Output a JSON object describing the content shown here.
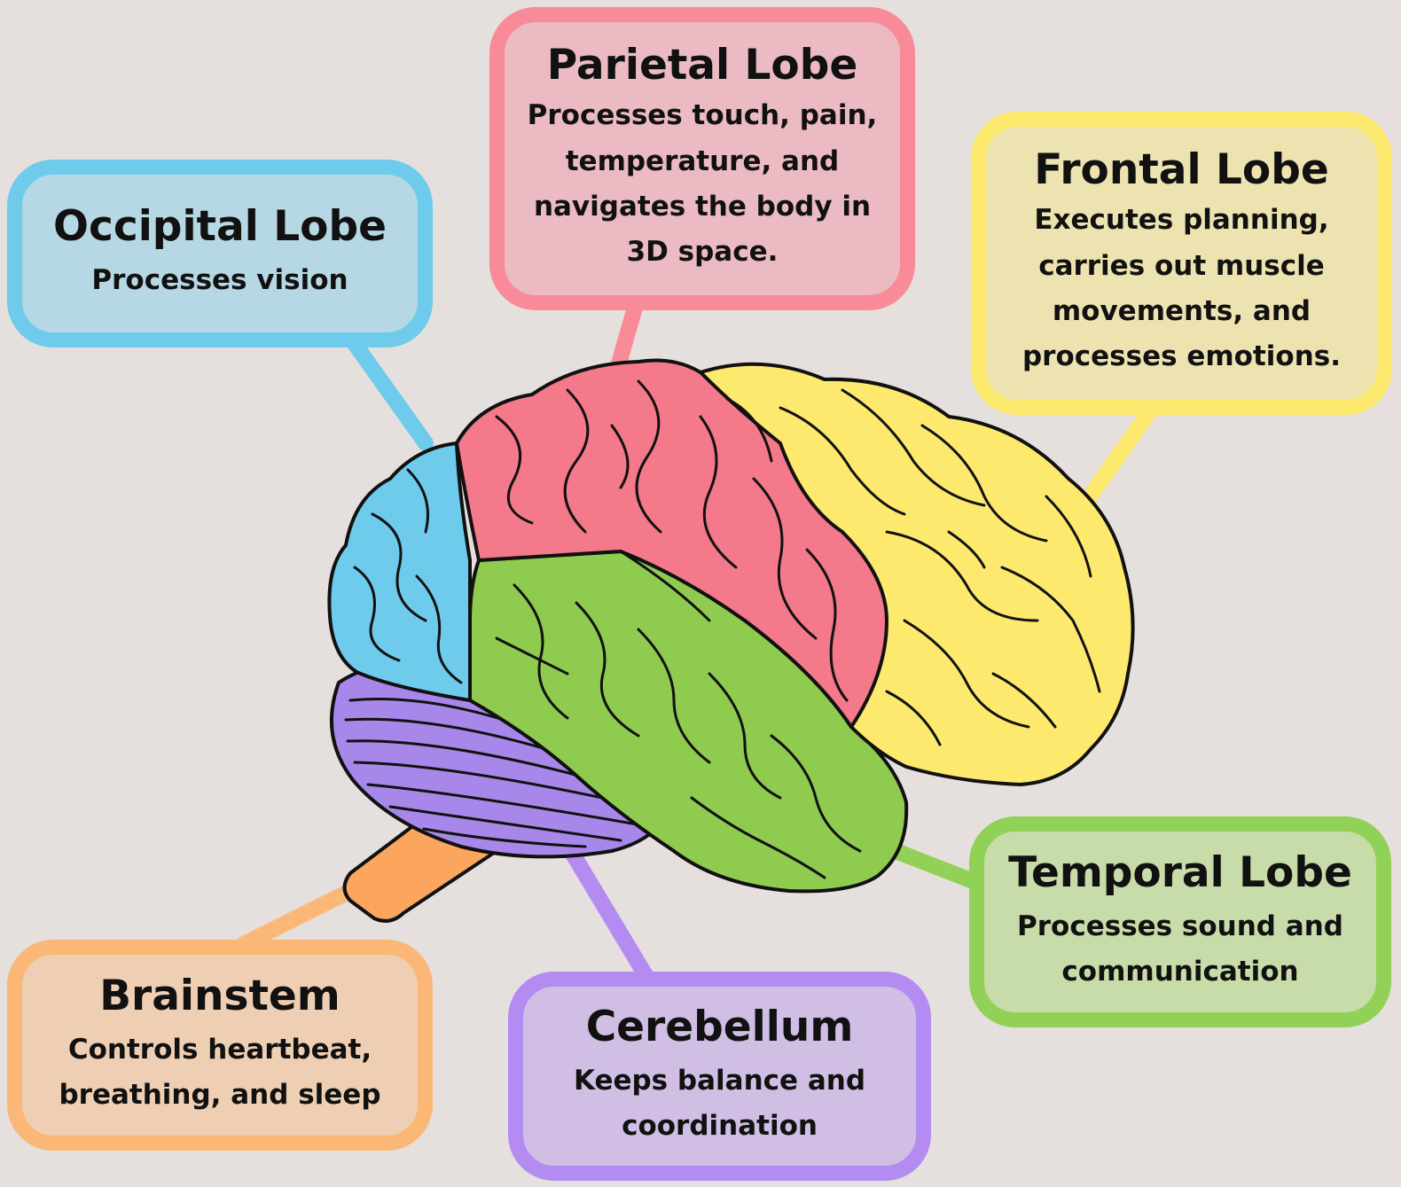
{
  "colors": {
    "background": "#e5e0dd",
    "occipital": "#6ecbec",
    "parietal": "#f4798a",
    "frontal": "#fde96e",
    "temporal": "#8fcb4f",
    "cerebellum": "#a788ea",
    "brainstem": "#fba55f",
    "outline": "#111111"
  },
  "labels": {
    "occipital": {
      "title": "Occipital Lobe",
      "desc": [
        "Processes vision"
      ]
    },
    "parietal": {
      "title": "Parietal Lobe",
      "desc": [
        "Processes touch, pain,",
        "temperature, and",
        "navigates the body in",
        "3D space."
      ]
    },
    "frontal": {
      "title": "Frontal Lobe",
      "desc": [
        "Executes planning,",
        "carries out muscle",
        "movements, and",
        "processes emotions."
      ]
    },
    "temporal": {
      "title": "Temporal Lobe",
      "desc": [
        "Processes sound and",
        "communication"
      ]
    },
    "brainstem": {
      "title": "Brainstem",
      "desc": [
        "Controls heartbeat,",
        "breathing, and sleep"
      ]
    },
    "cerebellum": {
      "title": "Cerebellum",
      "desc": [
        "Keeps balance and",
        "coordination"
      ]
    }
  }
}
